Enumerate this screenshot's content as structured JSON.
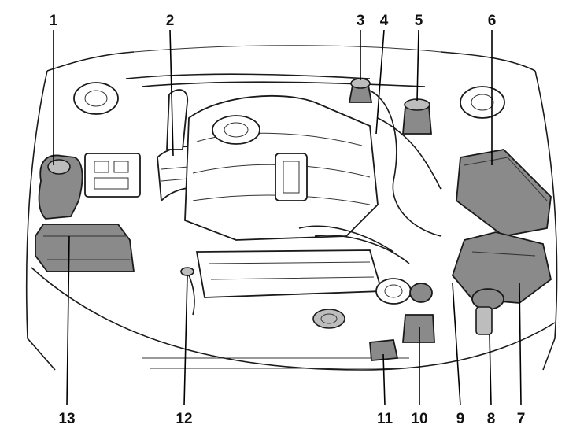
{
  "callouts": {
    "top": [
      "1",
      "2",
      "3",
      "4",
      "5",
      "6"
    ],
    "bottom": [
      "13",
      "12",
      "11",
      "10",
      "9",
      "8",
      "7"
    ]
  },
  "colors": {
    "line": "#1a1a1a",
    "component_dark": "#8a8a8a",
    "component_mid": "#bdbdbd",
    "background": "#ffffff"
  }
}
